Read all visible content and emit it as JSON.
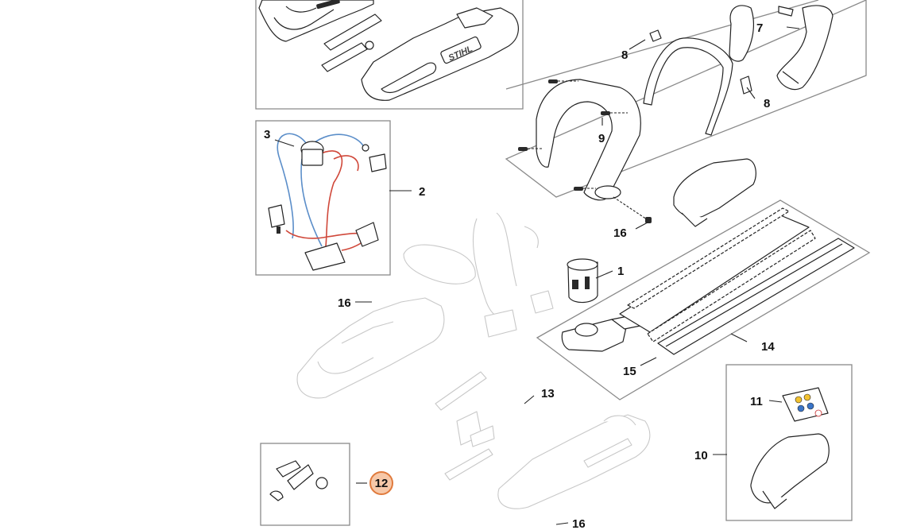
{
  "diagram": {
    "colors": {
      "wire_blue": "#5b8ec9",
      "wire_red": "#d0483a",
      "highlight_fill": "#f7c8a8",
      "highlight_ring": "#e07a3c",
      "panel_border": "#8a8a8a"
    },
    "callouts": {
      "c1": "1",
      "c2": "2",
      "c3": "3",
      "c7": "7",
      "c8a": "8",
      "c8b": "8",
      "c9": "9",
      "c10": "10",
      "c11": "11",
      "c12": "12",
      "c13": "13",
      "c14": "14",
      "c15": "15",
      "c16a": "16",
      "c16b": "16",
      "c16c": "16"
    },
    "brand_mark": "STIHL",
    "highlighted_part": "12"
  }
}
